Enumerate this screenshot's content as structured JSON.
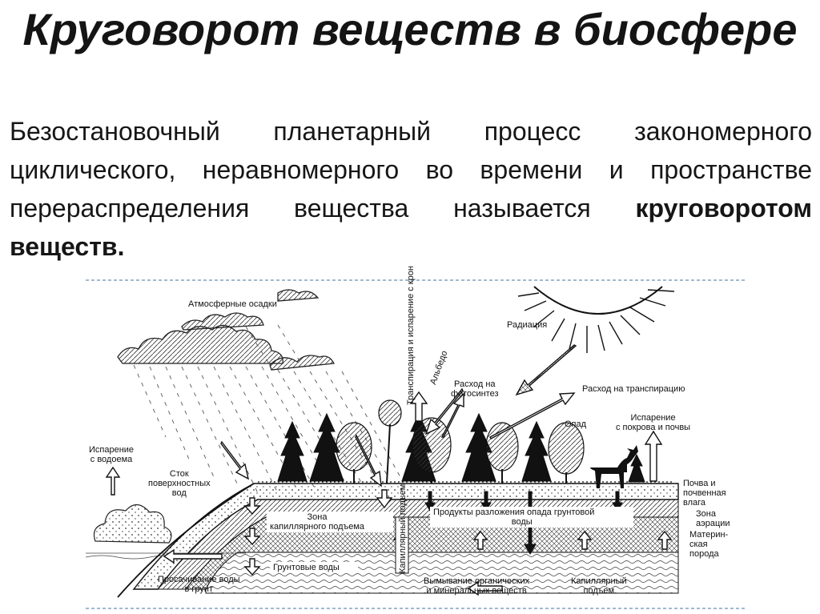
{
  "title": "Круговорот веществ в биосфере",
  "definition": {
    "text": "Безостановочный планетарный процесс закономерного циклического, неравномерного во времени и пространстве перераспределения вещества называется ",
    "bold": "круговоротом веществ."
  },
  "diagram": {
    "labels": {
      "precipitation": "Атмосферные осадки",
      "radiation": "Радиация",
      "transpiration_vertical": "Транспирация и испарение с крон",
      "albedo": "Альбедо",
      "photosynthesis_1": "Расход на",
      "photosynthesis_2": "фотосинтез",
      "transpiration_use": "Расход на транспирацию",
      "evaporation_cover_1": "Испарение",
      "evaporation_cover_2": "с покрова и почвы",
      "litter": "Опад",
      "evaporation_water_1": "Испарение",
      "evaporation_water_2": "с водоема",
      "runoff_1": "Сток",
      "runoff_2": "поверхностных",
      "runoff_3": "вод",
      "soil_1": "Почва и",
      "soil_2": "почвенная",
      "soil_3": "влага",
      "aeration_1": "Зона",
      "aeration_2": "аэрации",
      "parent_rock_1": "Материн-",
      "parent_rock_2": "ская",
      "parent_rock_3": "порода",
      "capillary_zone_1": "Зона",
      "capillary_zone_2": "капиллярного подъема",
      "decomposition_1": "Продукты разложения опада грунтовой",
      "decomposition_2": "воды",
      "groundwater": "Грунтовые воды",
      "capillary_vertical": "Капиллярный подъем",
      "seepage_1": "Просачивание воды",
      "seepage_2": "в грунт",
      "leaching_1": "Вымывание органических",
      "leaching_2": "и минеральных веществ",
      "capillary_rise_1": "Капиллярный",
      "capillary_rise_2": "подъем"
    }
  }
}
